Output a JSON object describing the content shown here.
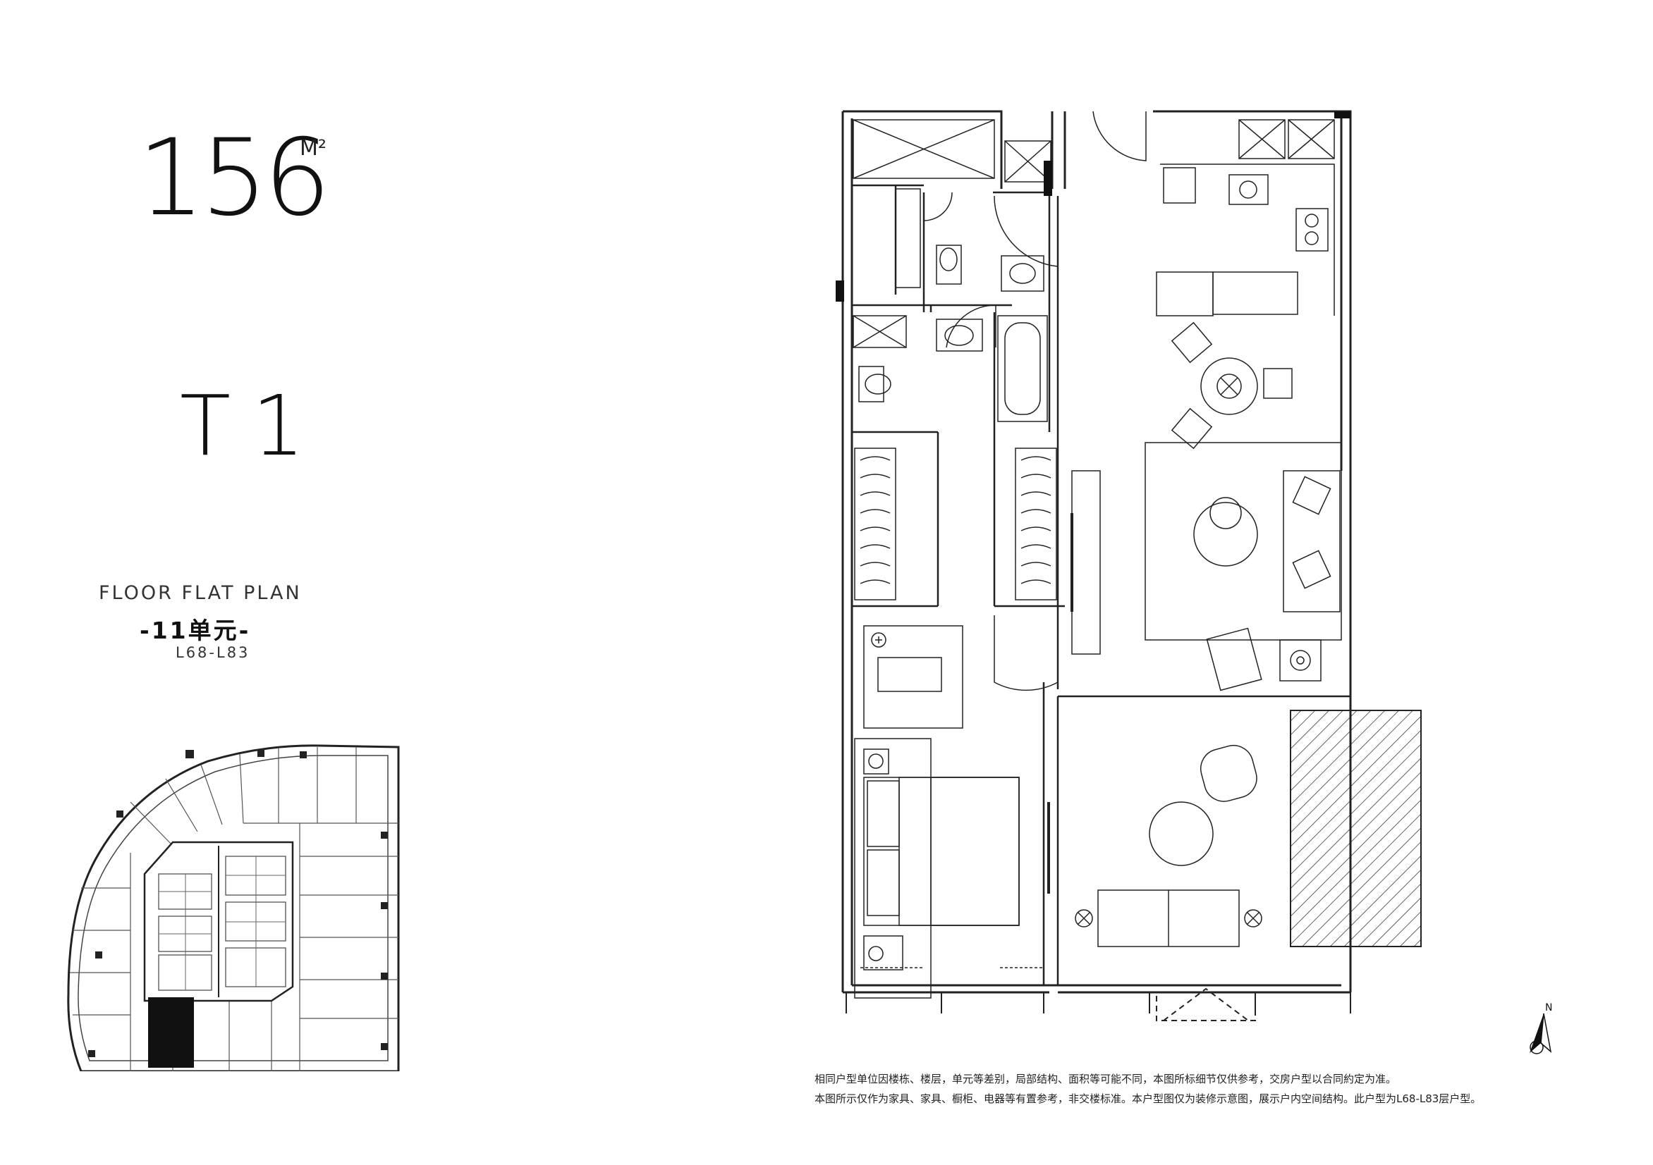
{
  "header": {
    "area_value": "156",
    "area_unit": "M²",
    "unit_type": "T1"
  },
  "plan_info": {
    "title": "FLOOR FLAT PLAN",
    "unit_label": "-11单元-",
    "floor_range": "L68-L83"
  },
  "compass": {
    "north_label": "N"
  },
  "notes": [
    "相同户型单位因楼栋、楼层，单元等差别，局部结构、面积等可能不同，本图所标细节仅供参考，交房户型以合同約定为准。",
    "本图所示仅作为家具、家具、橱柜、电器等有置参考，非交楼标准。本户型图仅为装修示意图，展示户内空间结构。此户型为L68-L83层户型。"
  ],
  "colors": {
    "line": "#222222",
    "keyplan_highlight": "#111111",
    "paper": "#ffffff"
  }
}
